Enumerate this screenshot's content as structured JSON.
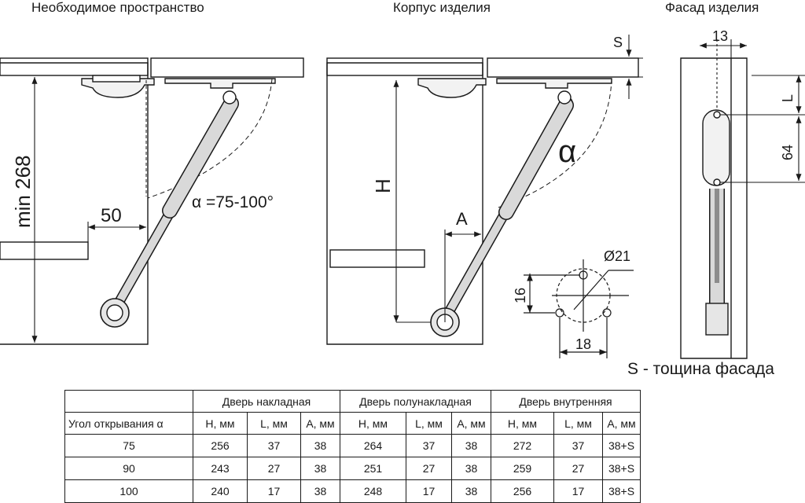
{
  "titles": {
    "space": "Необходимое пространство",
    "body": "Корпус изделия",
    "facade": "Фасад изделия"
  },
  "dimensions": {
    "min_height": "min 268",
    "offset": "50",
    "angle": "α =75-100°",
    "h": "H",
    "a": "A",
    "alpha": "α",
    "s": "S",
    "width13": "13",
    "l": "L",
    "pitch64": "64",
    "diameter": "Ø21",
    "v16": "16",
    "h18": "18"
  },
  "caption": "S - тощина фасада",
  "table": {
    "groups": [
      "Дверь накладная",
      "Дверь полунакладная",
      "Дверь внутренняя"
    ],
    "angle_label": "Угол открывания α",
    "columns": [
      "H, мм",
      "L, мм",
      "A, мм",
      "H, мм",
      "L, мм",
      "A, мм",
      "H, мм",
      "L, мм",
      "A, мм"
    ],
    "rows": [
      [
        "75",
        "256",
        "37",
        "38",
        "264",
        "37",
        "38",
        "272",
        "37",
        "38+S"
      ],
      [
        "90",
        "243",
        "27",
        "38",
        "251",
        "27",
        "38",
        "259",
        "27",
        "38+S"
      ],
      [
        "100",
        "240",
        "17",
        "38",
        "248",
        "17",
        "38",
        "256",
        "17",
        "38+S"
      ]
    ]
  },
  "colors": {
    "line": "#1a1a1a",
    "strut": "#d9d9d9",
    "shadow": "#8c8c8c"
  }
}
